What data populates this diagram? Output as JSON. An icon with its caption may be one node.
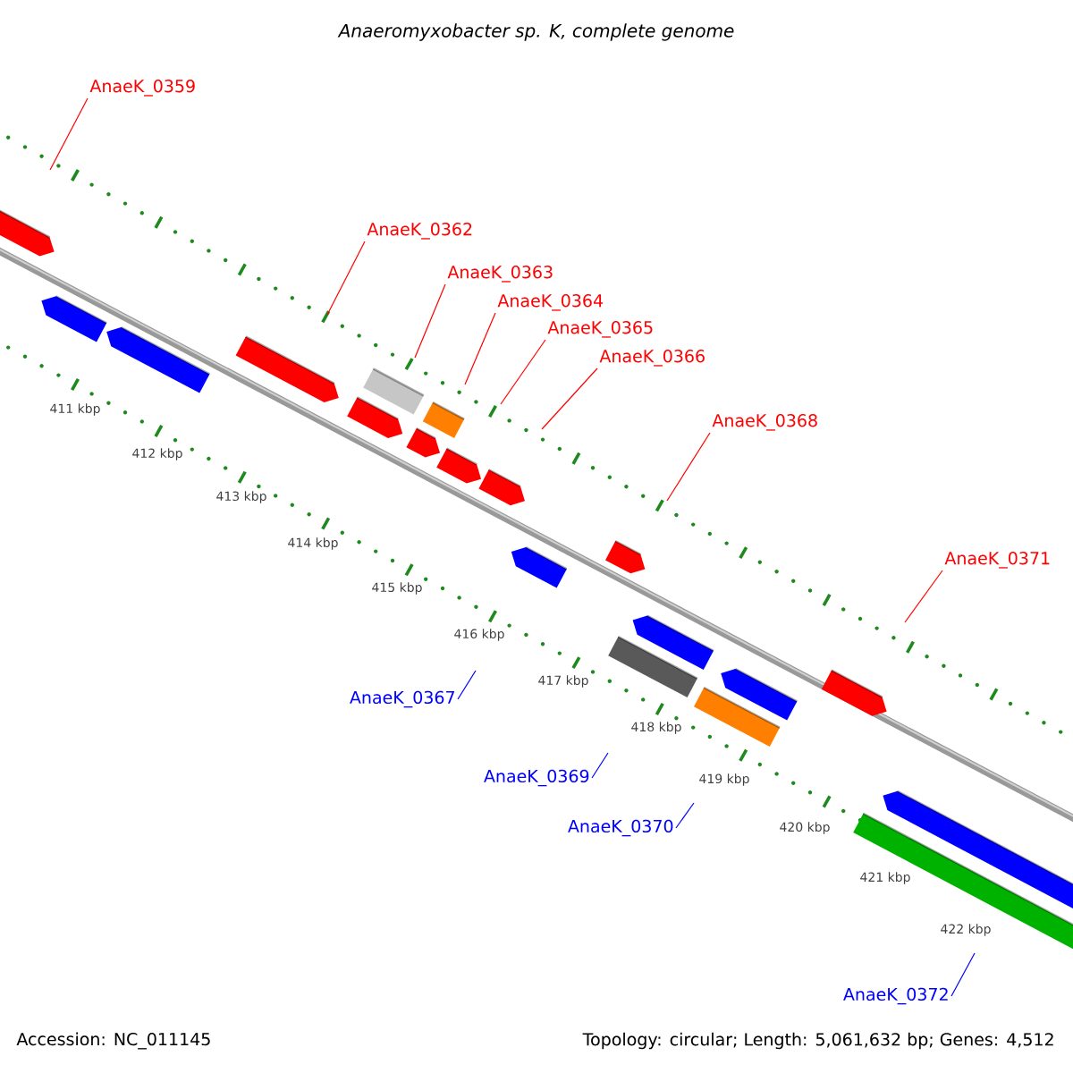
{
  "diagram": {
    "title": "Anaeromyxobacter sp. K, complete genome",
    "nodes": [
      {
        "text": [
          "AnaeK_0359"
        ]
      },
      {
        "text": [
          "AnaeK_0362"
        ]
      },
      {
        "text": [
          "AnaeK_0363"
        ]
      },
      {
        "text": [
          "AnaeK_0364"
        ]
      },
      {
        "text": [
          "AnaeK_0365"
        ]
      },
      {
        "text": [
          "AnaeK_0366"
        ]
      },
      {
        "text": [
          "AnaeK_0368"
        ]
      },
      {
        "text": [
          "AnaeK_0371"
        ]
      },
      {
        "text": [
          "AnaeK_0367"
        ]
      },
      {
        "text": [
          "AnaeK_0369"
        ]
      },
      {
        "text": [
          "AnaeK_0370"
        ]
      },
      {
        "text": [
          "AnaeK_0372"
        ]
      }
    ],
    "edges": [
      {
        "from": 0,
        "to": null,
        "arrow": "none"
      },
      {
        "from": 1,
        "to": null,
        "arrow": "none"
      },
      {
        "from": 2,
        "to": null,
        "arrow": "none"
      },
      {
        "from": 3,
        "to": null,
        "arrow": "none"
      },
      {
        "from": 4,
        "to": null,
        "arrow": "none"
      },
      {
        "from": 5,
        "to": null,
        "arrow": "none"
      },
      {
        "from": 6,
        "to": null,
        "arrow": "none"
      },
      {
        "from": 7,
        "to": null,
        "arrow": "none"
      },
      {
        "from": 8,
        "to": null,
        "arrow": "none",
        "color": "#0000ff"
      },
      {
        "from": 9,
        "to": null,
        "arrow": "none",
        "color": "#0000ff"
      },
      {
        "from": 10,
        "to": null,
        "arrow": "none",
        "color": "#0000ff"
      },
      {
        "from": 11,
        "to": null,
        "arrow": "none",
        "color": "#0000ff"
      }
    ],
    "labels": [
      "411 kbp",
      "412 kbp",
      "413 kbp",
      "414 kbp",
      "415 kbp",
      "416 kbp",
      "417 kbp",
      "418 kbp",
      "419 kbp",
      "420 kbp",
      "421 kbp",
      "422 kbp",
      "Accession: NC_011145",
      "Topology: circular; Length: 5,061,632 bp; Genes: 4,512"
    ]
  }
}
